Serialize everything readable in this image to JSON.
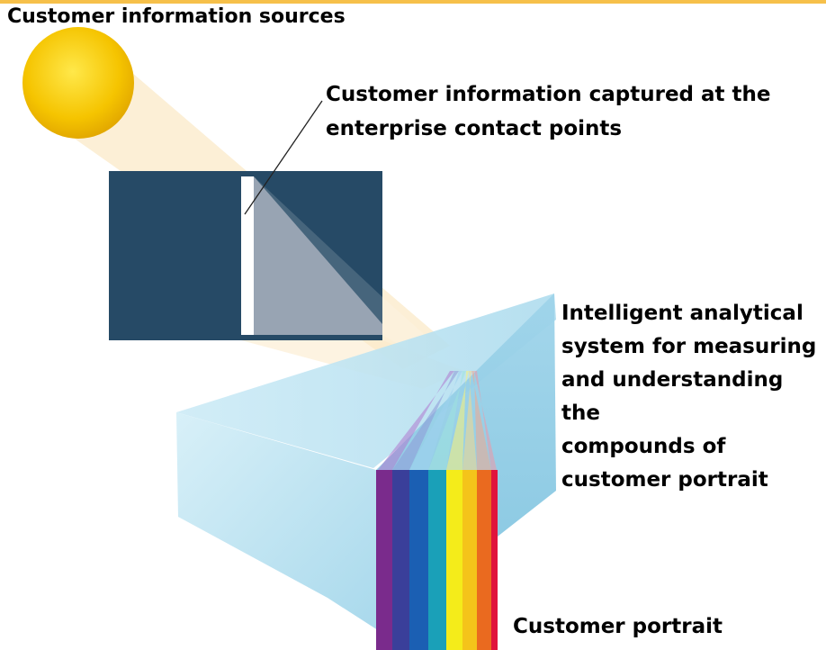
{
  "labels": {
    "sources": "Customer information sources",
    "capture_line1": "Customer information captured at the",
    "capture_line2": "enterprise contact points",
    "system_line1": "Intelligent analytical",
    "system_line2": "system for measuring",
    "system_line3": "and understanding the",
    "system_line4": "compounds of",
    "system_line5": "customer portrait",
    "portrait": "Customer portrait"
  },
  "colors": {
    "sun": "#f5c400",
    "panel": "#264a66",
    "prism": "#bfe4f1",
    "accent_border": "#f6c04a",
    "spectrum": [
      "#7a2b8c",
      "#3a3f9a",
      "#1b5fb3",
      "#1aa0b8",
      "#f4ec1a",
      "#f4c41a",
      "#ea6a1f",
      "#e0143c"
    ]
  }
}
